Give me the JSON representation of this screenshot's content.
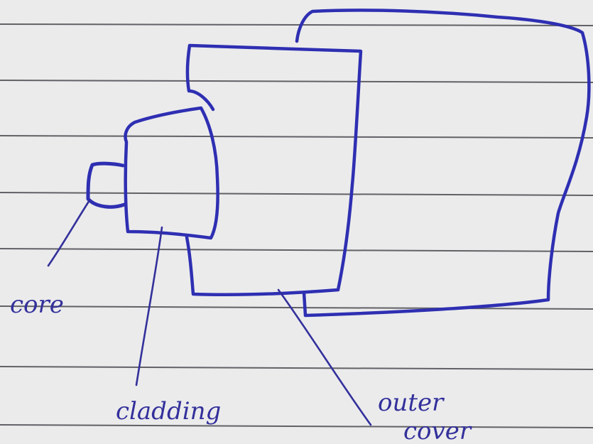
{
  "diagram": {
    "labels": {
      "core": "core",
      "cladding": "cladding",
      "outer_cover_line1": "outer",
      "outer_cover_line2": "cover"
    }
  },
  "colors": {
    "paper": "#ebebec",
    "ruled_line": "#4a4a4f",
    "blue_ink": "#2e2fb2",
    "purple_ink": "#33309b"
  }
}
